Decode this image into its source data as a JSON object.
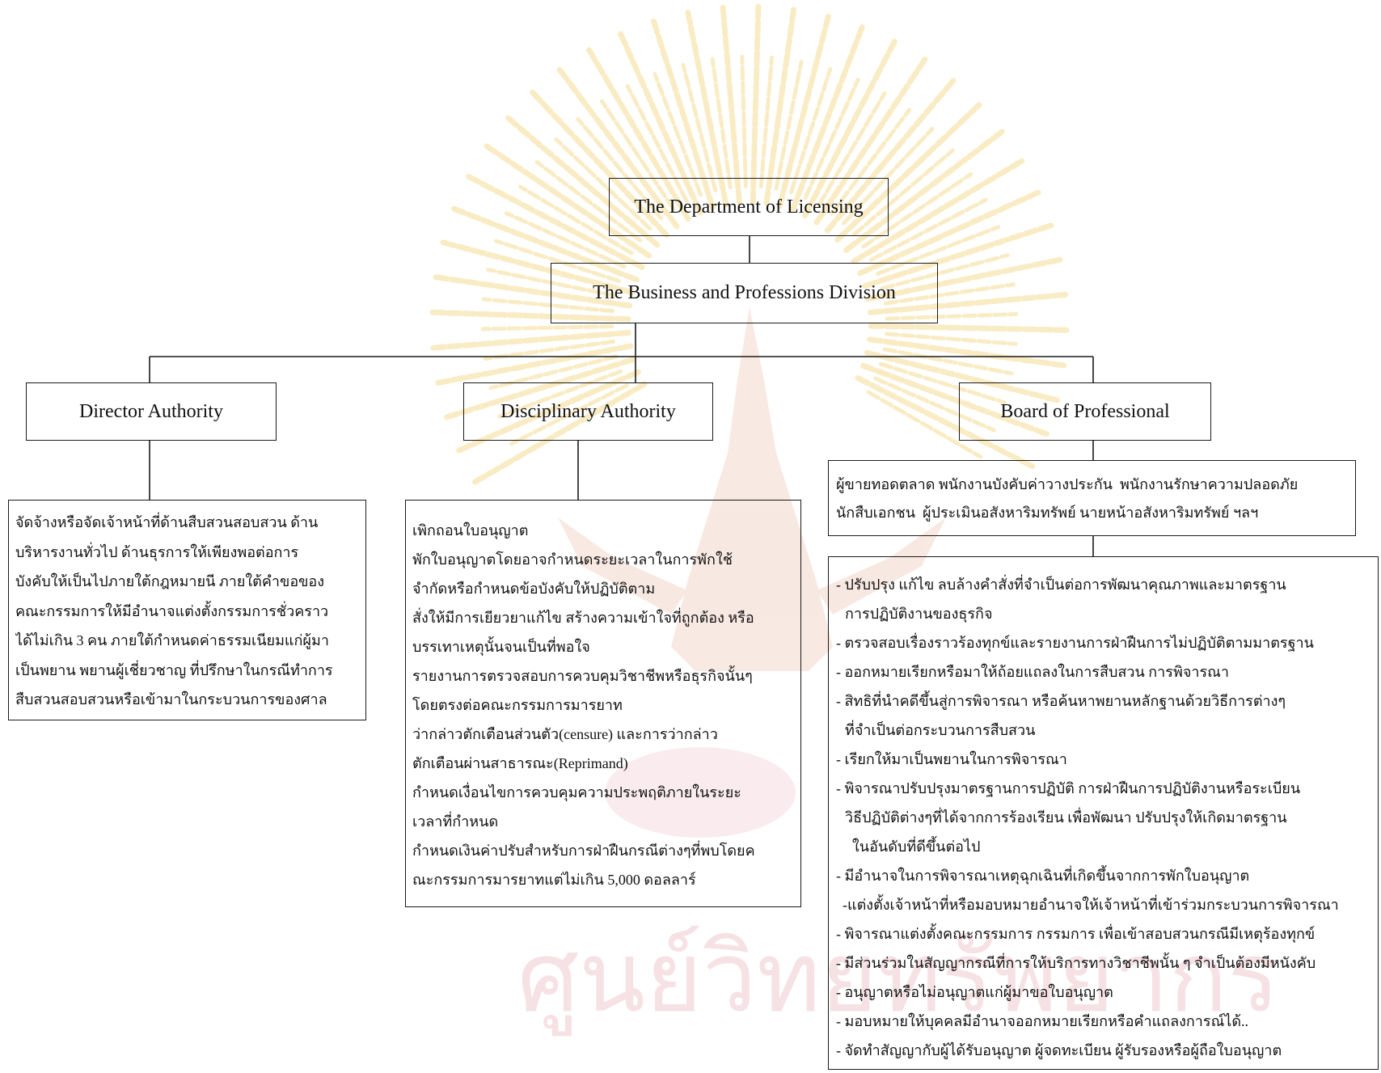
{
  "diagram": {
    "root": {
      "title": "The Department of Licensing"
    },
    "division": {
      "title": "The Business and Professions Division"
    },
    "branches": {
      "director": {
        "title": "Director Authority",
        "lines": [
          "จัดจ้างหรือจัดเจ้าหน้าที่ด้านสืบสวนสอบสวน ด้าน",
          "บริหารงานทั่วไป ด้านธุรการให้เพียงพอต่อการ",
          "บังคับให้เป็นไปภายใต้กฎหมายนี ภายใต้คำขอของ",
          "คณะกรรมการให้มีอำนาจแต่งตั้งกรรมการชั่วคราว",
          "ได้ไม่เกิน 3 คน ภายใต้กำหนดค่าธรรมเนียมแก่ผู้มา",
          "เป็นพยาน พยานผู้เชี่ยวชาญ ที่ปรึกษาในกรณีทำการ",
          "สืบสวนสอบสวนหรือเข้ามาในกระบวนการของศาล"
        ]
      },
      "disciplinary": {
        "title": "Disciplinary Authority",
        "lines": [
          "เพิกถอนใบอนุญาต",
          "พักใบอนุญาตโดยอาจกำหนดระยะเวลาในการพักใช้",
          "จำกัดหรือกำหนดข้อบังคับให้ปฏิบัติตาม",
          "สั่งให้มีการเยียวยาแก้ไข สร้างความเข้าใจที่ถูกต้อง หรือ",
          "บรรเทาเหตุนั้นจนเป็นที่พอใจ",
          "รายงานการตรวจสอบการควบคุมวิชาชีพหรือธุรกิจนั้นๆ",
          "โดยตรงต่อคณะกรรมการมารยาท",
          "ว่ากล่าวตักเตือนส่วนตัว(censure) และการว่ากล่าว",
          "ตักเตือนผ่านสาธารณะ(Reprimand)",
          "กำหนดเงื่อนไขการควบคุมความประพฤติภายในระยะ",
          "เวลาที่กำหนด",
          "กำหนดเงินค่าปรับสำหรับการฝ่าฝืนกรณีต่างๆที่พบโดยค",
          "ณะกรรมการมารยาทแต่ไม่เกิน 5,000 ดอลลาร์"
        ]
      },
      "board": {
        "title": "Board of Professional",
        "members": [
          "ผู้ขายทอดตลาด พนักงานบังคับค่าวางประกัน  พนักงานรักษาความปลอดภัย",
          "นักสืบเอกชน  ผู้ประเมินอสังหาริมทรัพย์ นายหน้าอสังหาริมทรัพย์ ฯลฯ"
        ],
        "powers": [
          "- ปรับปรุง แก้ไข ลบล้างคำสั่งที่จำเป็นต่อการพัฒนาคุณภาพและมาตรฐาน",
          "การปฏิบัติงานของธุรกิจ",
          "- ตรวจสอบเรื่องราวร้องทุกข์และรายงานการฝ่าฝืนการไม่ปฏิบัติตามมาตรฐาน",
          "- ออกหมายเรียกหรือมาให้ถ้อยแถลงในการสืบสวน การพิจารณา",
          "- สิทธิที่นำคดีขึ้นสู่การพิจารณา หรือค้นหาพยานหลักฐานด้วยวิธีการต่างๆ",
          "ที่จำเป็นต่อกระบวนการสืบสวน",
          "- เรียกให้มาเป็นพยานในการพิจารณา",
          "- พิจารณาปรับปรุงมาตรฐานการปฏิบัติ การฝ่าฝืนการปฏิบัติงานหรือระเบียน",
          "วิธีปฏิบัติต่างๆที่ได้จากการร้องเรียน เพื่อพัฒนา ปรับปรุงให้เกิดมาตรฐาน",
          "ในอันดับที่ดีขึ้นต่อไป",
          "- มีอำนาจในการพิจารณาเหตุฉุกเฉินที่เกิดขึ้นจากการพักใบอนุญาต",
          "-แต่งตั้งเจ้าหน้าที่หรือมอบหมายอำนาจให้เจ้าหน้าที่เข้าร่วมกระบวนการพิจารณา",
          "- พิจารณาแต่งตั้งคณะกรรมการ กรรมการ เพื่อเข้าสอบสวนกรณีมีเหตุร้องทุกข์",
          "- มีส่วนร่วมในสัญญากรณีที่การให้บริการทางวิชาชีพนั้น ๆ จำเป็นต้องมีหนังคับ",
          "- อนุญาตหรือไม่อนุญาตแก่ผู้มาขอใบอนุญาต",
          "- มอบหมายให้บุคคลมีอำนาจออกหมายเรียกหรือคำแถลงการณ์ได้..",
          "- จัดทำสัญญากับผู้ได้รับอนุญาต ผู้จดทะเบียน ผู้รับรองหรือผู้ถือใบอนุญาต"
        ]
      }
    }
  },
  "watermark": {
    "text": "ศูนย์วิทยทรัพยากร",
    "ray_color": "#f2d67e",
    "seal_body_color": "#edbfae",
    "seal_base_color": "#f1c9cf"
  },
  "colors": {
    "line_color": "#1a1a1a",
    "background": "#ffffff"
  }
}
